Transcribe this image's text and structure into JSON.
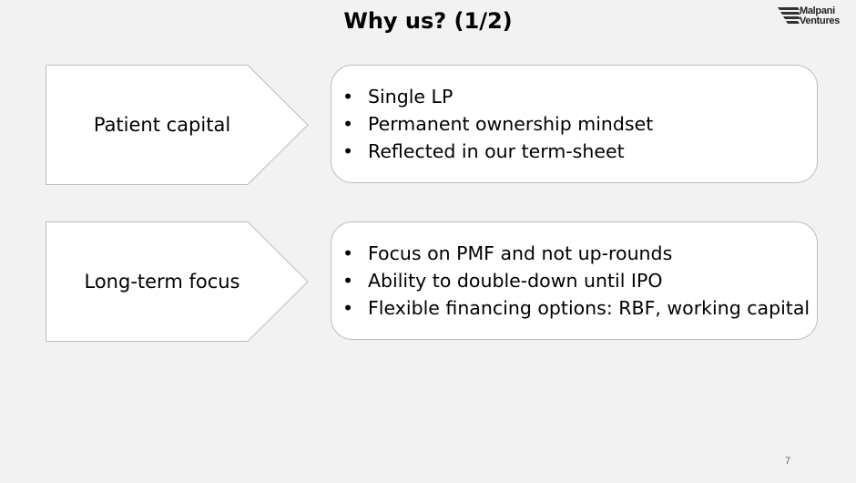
{
  "slide": {
    "title": "Why us? (1/2)",
    "logo": {
      "line1": "Malpani",
      "line2": "Ventures",
      "icon": "stacked-lines-logo-icon"
    },
    "rows": [
      {
        "heading": "Patient capital",
        "bullets": [
          "Single LP",
          "Permanent ownership mindset",
          "Reflected in our term-sheet"
        ]
      },
      {
        "heading": "Long-term focus",
        "bullets": [
          "Focus on PMF and not up-rounds",
          "Ability to double-down until IPO",
          "Flexible financing options: RBF, working capital"
        ]
      }
    ],
    "bullet_char": "•",
    "page_number": "7"
  },
  "colors": {
    "background": "#f2f2f2",
    "shape_fill": "#ffffff",
    "shape_border": "#bdbdbd",
    "text": "#000000"
  }
}
